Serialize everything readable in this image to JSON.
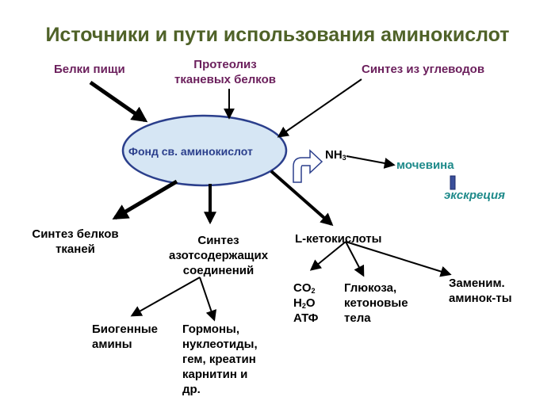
{
  "title": "Источники и пути использования аминокислот",
  "sources": {
    "food_proteins": "Белки пищи",
    "proteolysis": "Протеолиз\nтканевых белков",
    "carb_synthesis": "Синтез из углеводов"
  },
  "pool": "Фонд св. аминокислот",
  "ammonia": {
    "symbol": "NH",
    "sub": "3"
  },
  "urea": "мочевина",
  "excretion": "экскреция",
  "outputs": {
    "tissue_protein": "Синтез белков\nтканей",
    "nitrogen_synthesis": "Синтез\nазотсодержащих\nсоединений",
    "keto_acids": "L-кетокислоты"
  },
  "keto_products": {
    "co2": {
      "base": "CO",
      "sub": "2"
    },
    "h2o": {
      "base": "H",
      "sub": "2",
      "tail": "O"
    },
    "atp": "АТФ",
    "glucose": "Глюкоза,\nкетоновые\nтела",
    "nonessential": "Заменим.\nаминок-ты"
  },
  "nitrogen_products": {
    "biogenic": "Биогенные\nамины",
    "hormones": "Гормоны,\nнуклеотиды,\nгем, креатин\nкарнитин и\nдр."
  },
  "colors": {
    "title": "#4f6228",
    "source_text": "#6b1f5c",
    "pool_fill": "#d6e6f4",
    "pool_border": "#2b3f8c",
    "pool_text": "#2b3f8c",
    "urea_text": "#1e8a8a",
    "arrow": "#000000"
  }
}
